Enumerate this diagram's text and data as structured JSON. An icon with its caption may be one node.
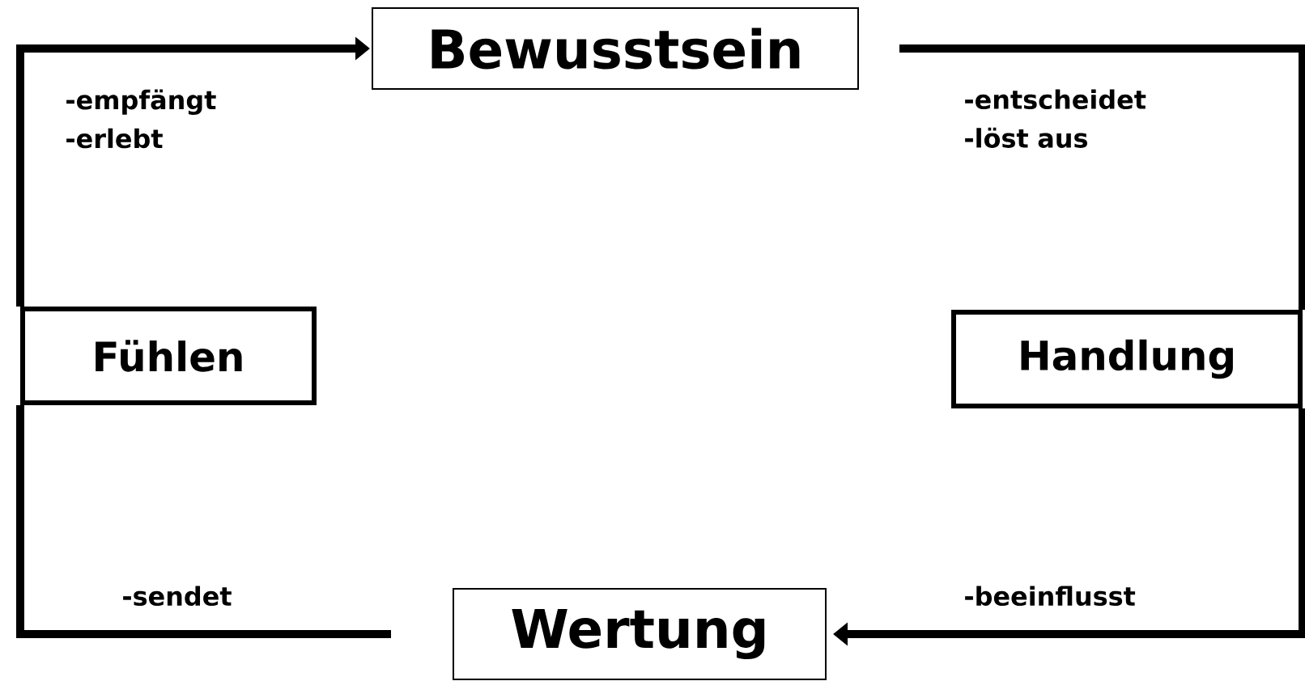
{
  "diagram": {
    "nodes": [
      {
        "text": [
          "Bewusstsein"
        ]
      },
      {
        "text": [
          "Fühlen"
        ]
      },
      {
        "text": [
          "Handlung"
        ]
      },
      {
        "text": [
          "Wertung"
        ]
      }
    ],
    "edges": [
      {
        "from": 1,
        "to": 0,
        "arrow": "to",
        "label": "-empfängt -erlebt"
      },
      {
        "from": 0,
        "to": 2,
        "arrow": "none",
        "label": "-entscheidet -löst aus"
      },
      {
        "from": 2,
        "to": 3,
        "arrow": "to",
        "label": "-beeinflusst"
      },
      {
        "from": 3,
        "to": 1,
        "arrow": "none",
        "label": "-sendet"
      }
    ]
  }
}
